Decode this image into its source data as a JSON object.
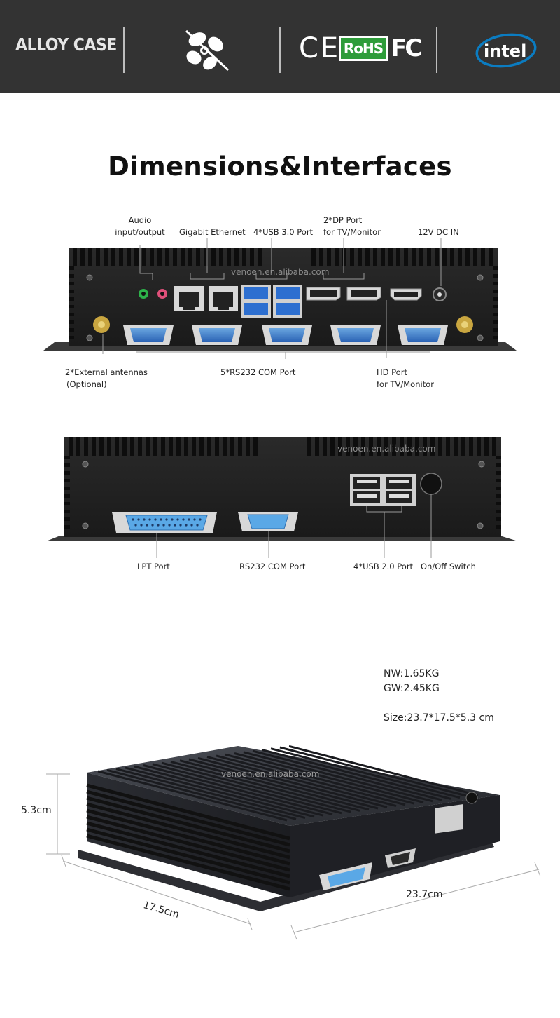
{
  "header": {
    "alloy_case": "ALLOY CASE",
    "fanless_icon": "fanless-fan-icon",
    "cert_ce": "CE",
    "cert_rohs": "RoHS",
    "cert_fc": "FC",
    "brand_logo": "intel",
    "colors": {
      "bar": "#333333",
      "rohs_green": "#2e9c3a",
      "intel_blue": "#0b7cc1"
    }
  },
  "title": "Dimensions&Interfaces",
  "watermark": "venoen.en.alibaba.com",
  "rear_panel": {
    "labels": {
      "audio": [
        "Audio",
        "input/output"
      ],
      "ethernet": "Gigabit Ethernet",
      "usb3": "4*USB 3.0 Port",
      "dp": [
        "2*DP Port",
        "for TV/Monitor"
      ],
      "dc_in": "12V DC IN",
      "antennas": [
        "2*External antennas",
        "(Optional)"
      ],
      "com5": "5*RS232 COM Port",
      "hd": [
        "HD Port",
        "for TV/Monitor"
      ]
    }
  },
  "front_panel": {
    "labels": {
      "lpt": "LPT Port",
      "com": "RS232 COM Port",
      "usb2": "4*USB 2.0 Port",
      "power": "On/Off Switch"
    }
  },
  "specs": {
    "nw": "NW:1.65KG",
    "gw": "GW:2.45KG",
    "size": "Size:23.7*17.5*5.3 cm"
  },
  "dimensions": {
    "height": "5.3cm",
    "depth": "17.5cm",
    "width": "23.7cm"
  }
}
